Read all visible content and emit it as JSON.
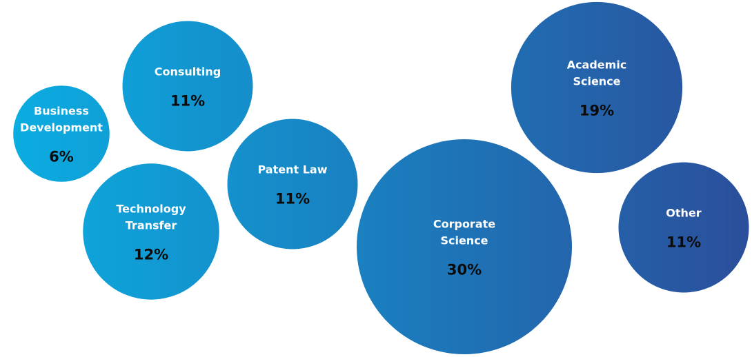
{
  "chart_data": {
    "type": "bubble",
    "gradient": {
      "start": "#0aaee2",
      "end": "#2b4e9b"
    },
    "series": [
      {
        "lines": [
          "Business",
          "Development"
        ],
        "value": 6,
        "value_label": "6%"
      },
      {
        "lines": [
          "Consulting"
        ],
        "value": 11,
        "value_label": "11%"
      },
      {
        "lines": [
          "Technology",
          "Transfer"
        ],
        "value": 12,
        "value_label": "12%"
      },
      {
        "lines": [
          "Patent Law"
        ],
        "value": 11,
        "value_label": "11%"
      },
      {
        "lines": [
          "Corporate",
          "Science"
        ],
        "value": 30,
        "value_label": "30%"
      },
      {
        "lines": [
          "Academic",
          "Science"
        ],
        "value": 19,
        "value_label": "19%"
      },
      {
        "lines": [
          "Other"
        ],
        "value": 11,
        "value_label": "11%"
      }
    ]
  }
}
